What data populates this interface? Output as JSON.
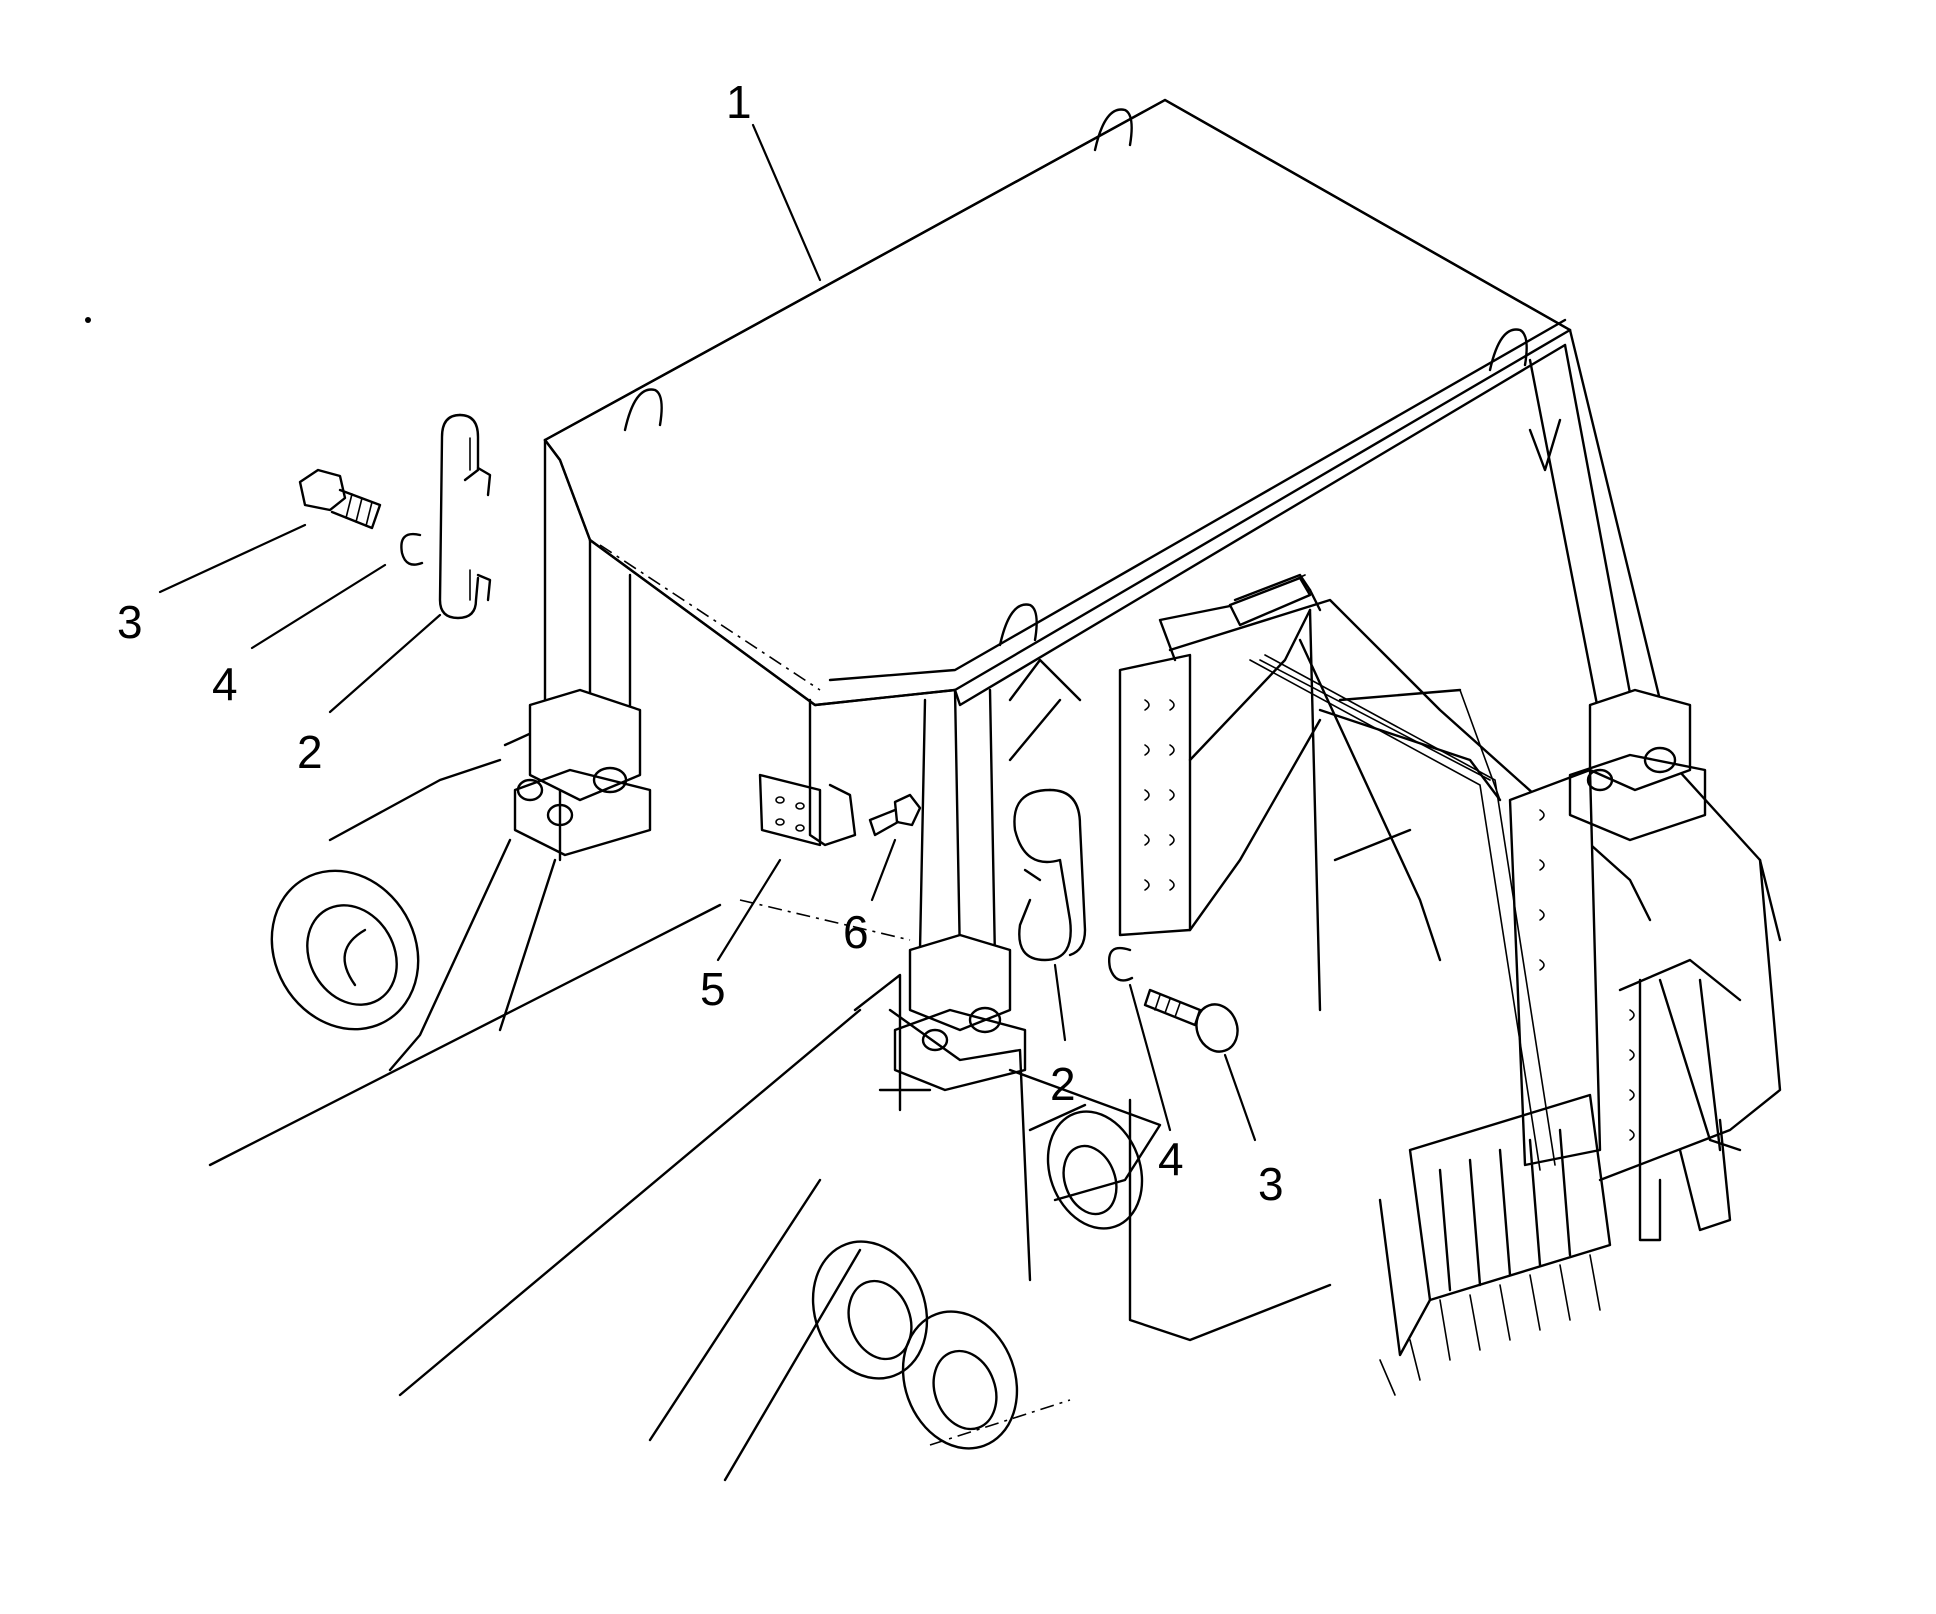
{
  "diagram": {
    "callouts": [
      {
        "id": "c1",
        "text": "1"
      },
      {
        "id": "c3a",
        "text": "3"
      },
      {
        "id": "c4a",
        "text": "4"
      },
      {
        "id": "c2a",
        "text": "2"
      },
      {
        "id": "c5",
        "text": "5"
      },
      {
        "id": "c6",
        "text": "6"
      },
      {
        "id": "c2b",
        "text": "2"
      },
      {
        "id": "c4b",
        "text": "4"
      },
      {
        "id": "c3b",
        "text": "3"
      }
    ]
  },
  "colors": {
    "line": "#000000",
    "background": "#ffffff"
  }
}
